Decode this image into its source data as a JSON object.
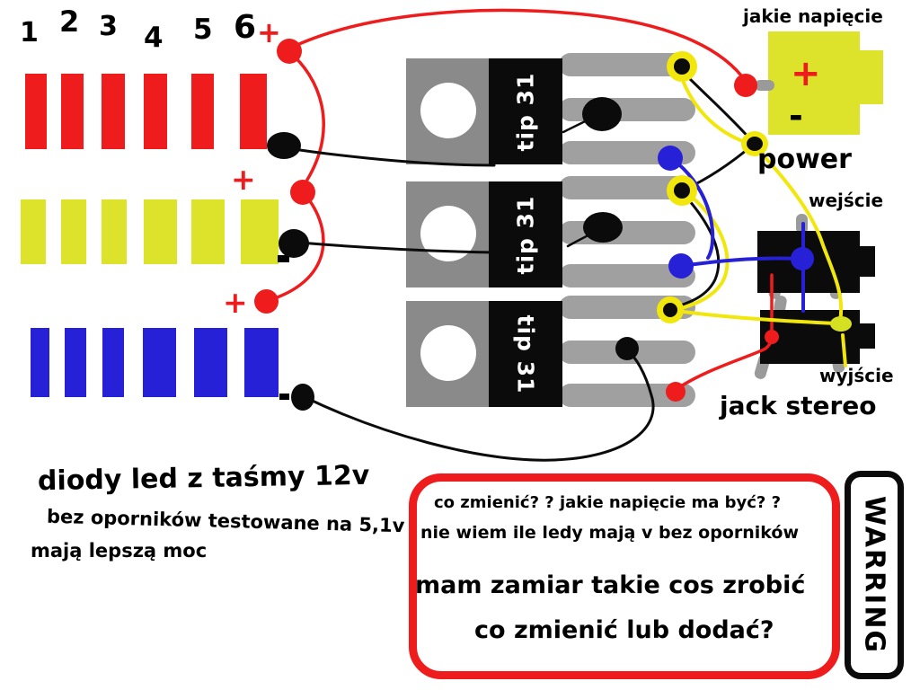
{
  "channels": [
    "1",
    "2",
    "3",
    "4",
    "5",
    "6"
  ],
  "strips": [
    {
      "name": "red led strip",
      "color": "#ee1c1c",
      "segments": 6,
      "plus": "+",
      "minus": "-"
    },
    {
      "name": "yellow led strip",
      "color": "#dde22b",
      "segments": 6,
      "plus": "+",
      "minus": "-"
    },
    {
      "name": "blue led strip",
      "color": "#2620d6",
      "segments": 6,
      "plus": "+",
      "minus": "-"
    }
  ],
  "transistors": [
    {
      "label": "tip 31"
    },
    {
      "label": "tip 31"
    },
    {
      "label": "tip 31"
    }
  ],
  "power": {
    "question": "jakie napięcie",
    "plus": "+",
    "minus": "-",
    "label": "power"
  },
  "jacks": {
    "input": "wejście",
    "output": "wyjście",
    "caption": "jack stereo"
  },
  "notes": {
    "line1": "diody led z taśmy 12v",
    "line2": "bez oporników testowane na 5,1v",
    "line3": "mają lepszą moc"
  },
  "question_box": {
    "line1": "co zmienić? ? jakie napięcie ma być? ?",
    "line2": "nie wiem ile ledy mają v bez oporników",
    "line3": "mam zamiar takie cos zrobić",
    "line4": "co zmienić lub dodać?"
  },
  "warning": {
    "label": "WARRING"
  },
  "colors": {
    "red": "#ee1c1c",
    "yellow_green": "#dde22b",
    "blue": "#2620d6",
    "wire_yellow": "#f2e70c",
    "transistor_tab_gray": "#8a8a8a",
    "transistor_leg_gray": "#a0a0a0",
    "black": "#0b0b0b"
  }
}
